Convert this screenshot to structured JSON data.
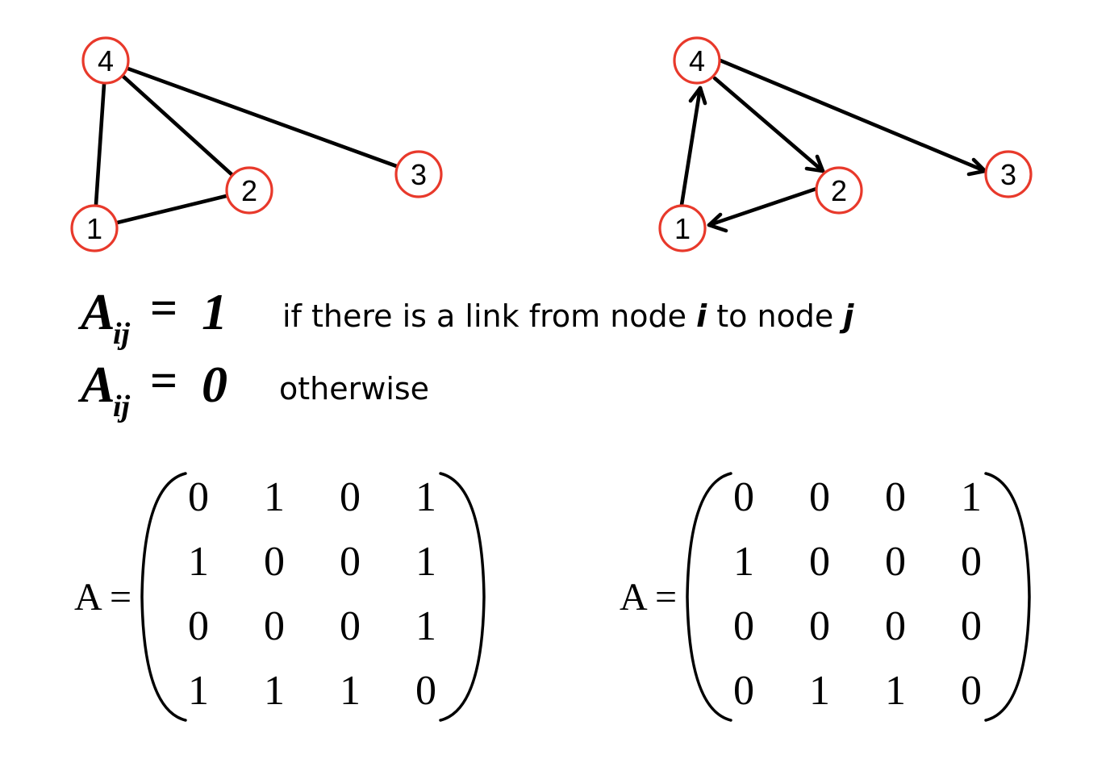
{
  "graphs": {
    "undirected": {
      "nodes": [
        {
          "id": "n1",
          "label": "1"
        },
        {
          "id": "n2",
          "label": "2"
        },
        {
          "id": "n3",
          "label": "3"
        },
        {
          "id": "n4",
          "label": "4"
        }
      ],
      "edges": [
        [
          "1",
          "4"
        ],
        [
          "1",
          "2"
        ],
        [
          "2",
          "4"
        ],
        [
          "3",
          "4"
        ]
      ]
    },
    "directed": {
      "nodes": [
        {
          "id": "n1",
          "label": "1"
        },
        {
          "id": "n2",
          "label": "2"
        },
        {
          "id": "n3",
          "label": "3"
        },
        {
          "id": "n4",
          "label": "4"
        }
      ],
      "edges": [
        [
          "1",
          "4"
        ],
        [
          "2",
          "1"
        ],
        [
          "4",
          "2"
        ],
        [
          "4",
          "3"
        ]
      ]
    },
    "node_stroke_color": "#e8392b",
    "edge_color": "#000000"
  },
  "definition": {
    "symbol": "A",
    "subscript": "ij",
    "equals": "=",
    "one": "1",
    "zero": "0",
    "line1_text_a": "if there is a link from node ",
    "line1_i": "i",
    "line1_text_b": " to node ",
    "line1_j": "j",
    "line2_text": "otherwise"
  },
  "matrices": {
    "label": "A =",
    "undirected": [
      [
        0,
        1,
        0,
        1
      ],
      [
        1,
        0,
        0,
        1
      ],
      [
        0,
        0,
        0,
        1
      ],
      [
        1,
        1,
        1,
        0
      ]
    ],
    "directed": [
      [
        0,
        0,
        0,
        1
      ],
      [
        1,
        0,
        0,
        0
      ],
      [
        0,
        0,
        0,
        0
      ],
      [
        0,
        1,
        1,
        0
      ]
    ]
  }
}
